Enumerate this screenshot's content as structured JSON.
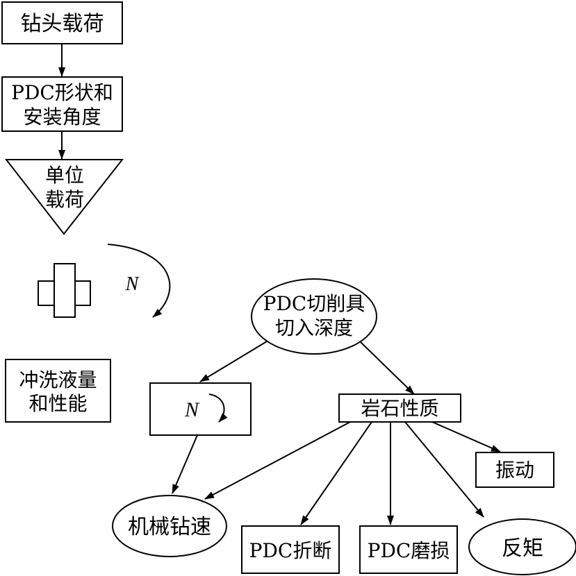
{
  "nodes": {
    "bit_load": "钻头载荷",
    "pdc_shape_line1": "PDC形状和",
    "pdc_shape_line2": "安装角度",
    "unit_load_line1": "单位",
    "unit_load_line2": "载荷",
    "rotation_symbol": "N",
    "flushing_line1": "冲洗液量",
    "flushing_line2": "和性能",
    "cut_depth_line1": "PDC切削具",
    "cut_depth_line2": "切入深度",
    "rotation_speed": "N",
    "rock_property": "岩石性质",
    "vibration": "振动",
    "rop": "机械钻速",
    "pdc_fracture": "PDC折断",
    "pdc_wear": "PDC磨损",
    "reverse_torque": "反矩"
  },
  "colors": {
    "stroke": "#000000",
    "background": "#ffffff"
  }
}
